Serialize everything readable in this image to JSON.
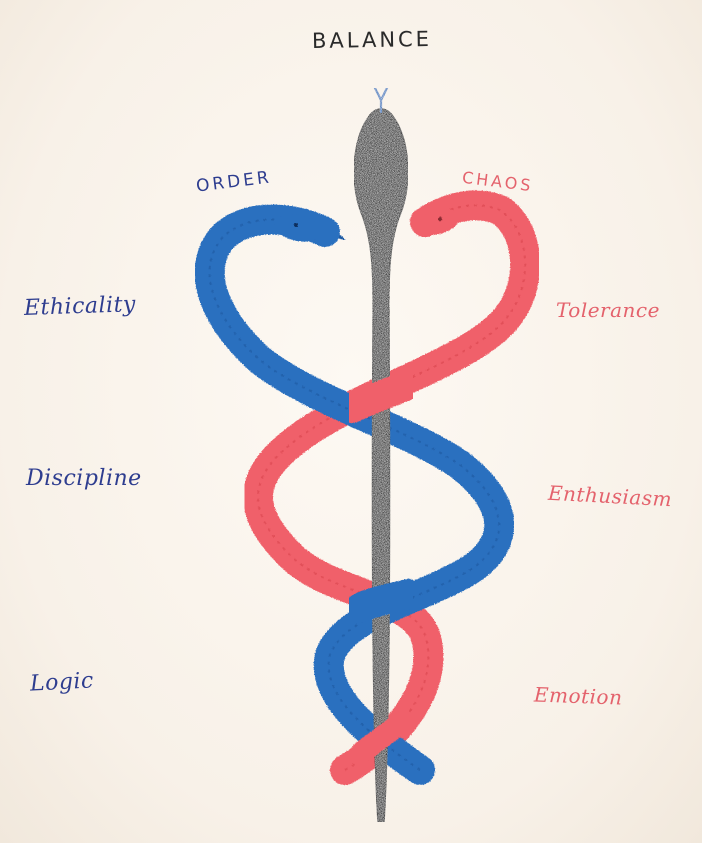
{
  "title": "BALANCE",
  "left": {
    "heading": "ORDER",
    "traits": [
      "Ethicality",
      "Discipline",
      "Logic"
    ]
  },
  "right": {
    "heading": "CHAOS",
    "traits": [
      "Tolerance",
      "Enthusiasm",
      "Emotion"
    ]
  },
  "colors": {
    "order": "#2b6fbf",
    "order_text": "#2e3d8f",
    "chaos": "#f0606a",
    "chaos_text": "#e4626c",
    "balance": "#3a3a3a",
    "paper": "#fbf6ef"
  },
  "icons": [
    "black-serpent-staff",
    "blue-serpent",
    "red-serpent"
  ]
}
